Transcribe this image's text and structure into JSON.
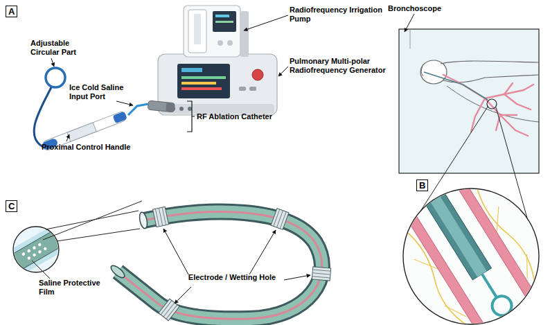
{
  "diagram": {
    "nodes": [
      {
        "text": [
          "A"
        ]
      },
      {
        "text": [
          "B"
        ]
      },
      {
        "text": [
          "C"
        ]
      }
    ],
    "labels": [
      "Radiofrequency Irrigation Pump",
      "Pulmonary Multi-polar Radiofrequency Generator",
      "Adjustable Circular Part",
      "Ice Cold Saline Input Port",
      "Proximal Control Handle",
      "RF Ablation Catheter",
      "Bronchoscope",
      "Electrode / Wetting Hole",
      "Saline Protective Film"
    ]
  }
}
